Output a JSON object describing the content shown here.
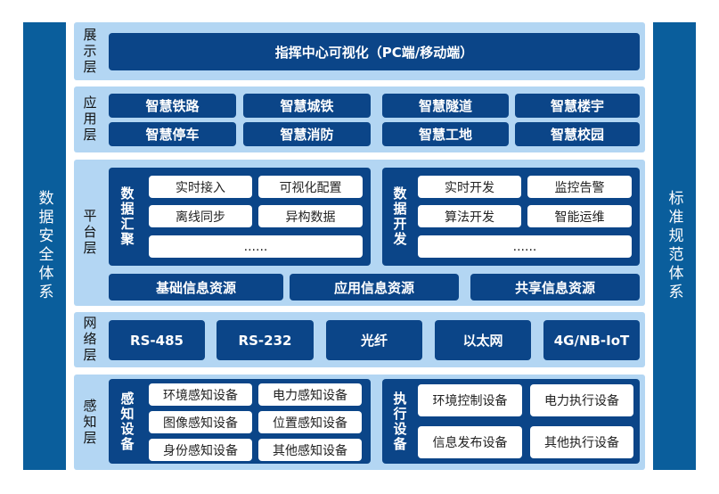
{
  "left_bar": "数据安全体系",
  "right_bar": "标准规范体系",
  "display": {
    "label": "展示层",
    "item": "指挥中心可视化（PC端/移动端）"
  },
  "application": {
    "label": "应用层",
    "items": [
      "智慧铁路",
      "智慧城铁",
      "智慧隧道",
      "智慧楼宇",
      "智慧停车",
      "智慧消防",
      "智慧工地",
      "智慧校园"
    ]
  },
  "platform": {
    "label": "平台层",
    "collect": {
      "label": "数据汇聚",
      "items": [
        "实时接入",
        "可视化配置",
        "离线同步",
        "异构数据",
        "......"
      ]
    },
    "develop": {
      "label": "数据开发",
      "items": [
        "实时开发",
        "监控告警",
        "算法开发",
        "智能运维",
        "......"
      ]
    },
    "resources": [
      "基础信息资源",
      "应用信息资源",
      "共享信息资源"
    ]
  },
  "network": {
    "label": "网络层",
    "items": [
      "RS-485",
      "RS-232",
      "光纤",
      "以太网",
      "4G/NB-IoT"
    ]
  },
  "perception": {
    "label": "感知层",
    "sense": {
      "label": "感知设备",
      "items": [
        "环境感知设备",
        "电力感知设备",
        "图像感知设备",
        "位置感知设备",
        "身份感知设备",
        "其他感知设备"
      ]
    },
    "exec": {
      "label": "执行设备",
      "items": [
        "环境控制设备",
        "电力执行设备",
        "信息发布设备",
        "其他执行设备"
      ]
    }
  }
}
